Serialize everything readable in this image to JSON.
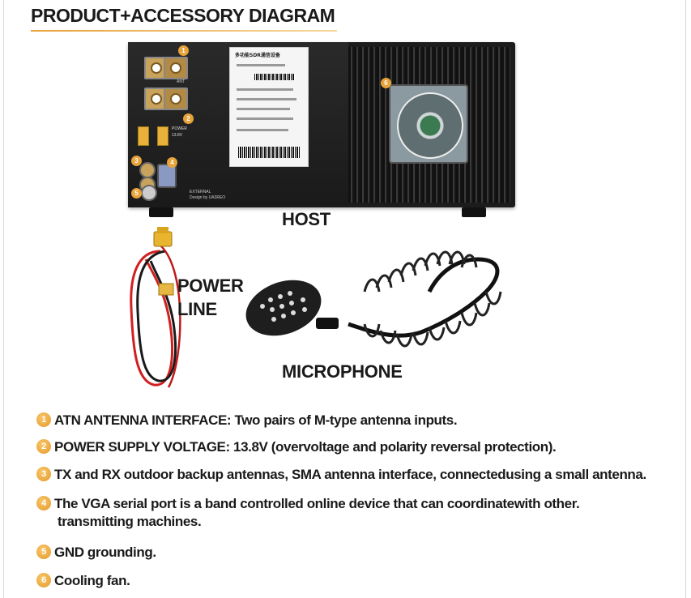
{
  "title": "PRODUCT+ACCESSORY DIAGRAM",
  "accent_color": "#e8a33a",
  "captions": {
    "host": "HOST",
    "power_line_1": "POWER",
    "power_line_2": "LINE",
    "microphone": "MICROPHONE"
  },
  "device": {
    "sticker_title": "多功能SDR通信设备",
    "panel_label_power": "POWER",
    "panel_label_voltage": "13.8V",
    "panel_label_ant": "ANT",
    "panel_label_external": "EXTERNAL",
    "panel_label_design": "Design by UA3REO"
  },
  "badges": [
    "1",
    "2",
    "3",
    "4",
    "5",
    "6"
  ],
  "features": [
    {
      "num": "1",
      "text": "ATN ANTENNA INTERFACE: Two pairs of M-type antenna inputs.",
      "cont": ""
    },
    {
      "num": "2",
      "text": "POWER SUPPLY VOLTAGE: 13.8V (overvoltage and polarity reversal protection).",
      "cont": ""
    },
    {
      "num": "3",
      "text": "TX and RX outdoor backup antennas, SMA antenna interface, connectedusing a small antenna.",
      "cont": ""
    },
    {
      "num": "4",
      "text": "The VGA serial port is a band controlled online device that can coordinatewith other.",
      "cont": "transmitting machines."
    },
    {
      "num": "5",
      "text": "GND grounding.",
      "cont": ""
    },
    {
      "num": "6",
      "text": "Cooling fan.",
      "cont": ""
    }
  ]
}
